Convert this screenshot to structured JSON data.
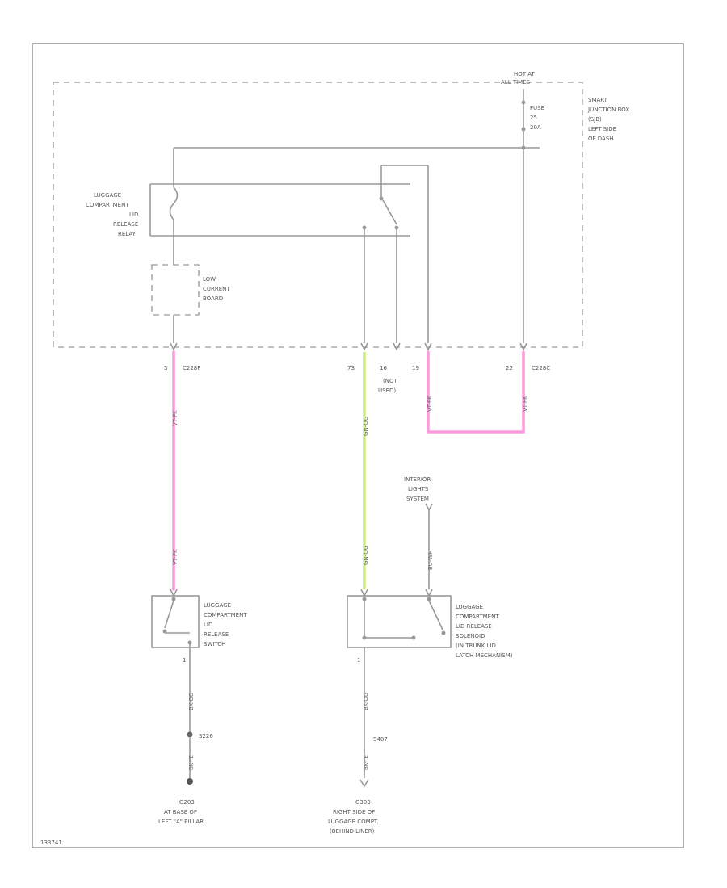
{
  "hot_at": [
    "HOT AT",
    "ALL TIMES"
  ],
  "fuse": [
    "FUSE",
    "25",
    "20A"
  ],
  "smart_junction_box": [
    "SMART",
    "JUNCTION BOX",
    "(SJB)",
    "LEFT SIDE",
    "OF DASH"
  ],
  "relay": [
    "LUGGAGE",
    "COMPARTMENT",
    "LID",
    "RELEASE",
    "RELAY"
  ],
  "low_current_board": [
    "LOW",
    "CURRENT",
    "BOARD"
  ],
  "pins": {
    "p5": "5",
    "c1": "C228F",
    "p73": "73",
    "p16": "16",
    "p19": "19",
    "p22": "22",
    "c2": "C228C",
    "not_used": [
      "(NOT",
      "USED)"
    ]
  },
  "wire_labels": {
    "pink_upper": "VT-PK",
    "pink_lower": "VT-PK",
    "green_upper": "GN-OG",
    "green_lower": "GN-OG",
    "pink_right_a": "VT-PK",
    "pink_right_b": "VT-PK",
    "interior": "BU-WH",
    "blk_left": "BK-OG",
    "blk_right": "BK-OG",
    "blk_left2": "BK-YE",
    "blk_right2": "BK-YE"
  },
  "interior_lights": [
    "INTERIOR",
    "LIGHTS",
    "SYSTEM"
  ],
  "release_switch": [
    "LUGGAGE",
    "COMPARTMENT",
    "LID",
    "RELEASE",
    "SWITCH"
  ],
  "release_solenoid": [
    "LUGGAGE",
    "COMPARTMENT",
    "LID RELEASE",
    "SOLENOID",
    "(IN TRUNK LID",
    "LATCH MECHANISM)"
  ],
  "pin1_left": "1",
  "pin1_right": "1",
  "splice_left": "S226",
  "splice_right": "S407",
  "ground_left": [
    "G203",
    "AT BASE OF",
    "LEFT \"A\" PILLAR"
  ],
  "ground_right": [
    "G303",
    "RIGHT SIDE OF",
    "LUGGAGE COMPT.",
    "(BEHIND LINER)"
  ],
  "diagram_id": "133741",
  "colors": {
    "pink": "#ff99dd",
    "green": "#ccee88",
    "line": "#999999"
  }
}
